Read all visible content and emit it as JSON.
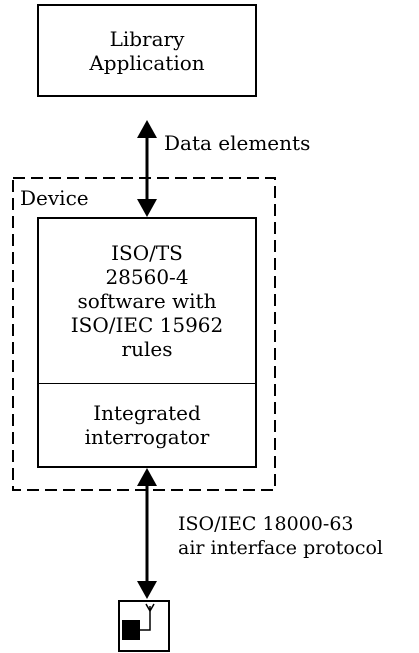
{
  "library_app": {
    "line1": "Library",
    "line2": "Application"
  },
  "link_top": {
    "label": "Data elements"
  },
  "device": {
    "label": "Device",
    "software": {
      "line1": "ISO/TS",
      "line2": "28560-4",
      "line3": "software with",
      "line4": "ISO/IEC 15962",
      "line5": "rules"
    },
    "interrogator": {
      "line1": "Integrated",
      "line2": "interrogator"
    }
  },
  "link_bottom": {
    "line1": "ISO/IEC 18000-63",
    "line2": "air interface protocol"
  },
  "tag_icon": "rfid-tag-icon"
}
